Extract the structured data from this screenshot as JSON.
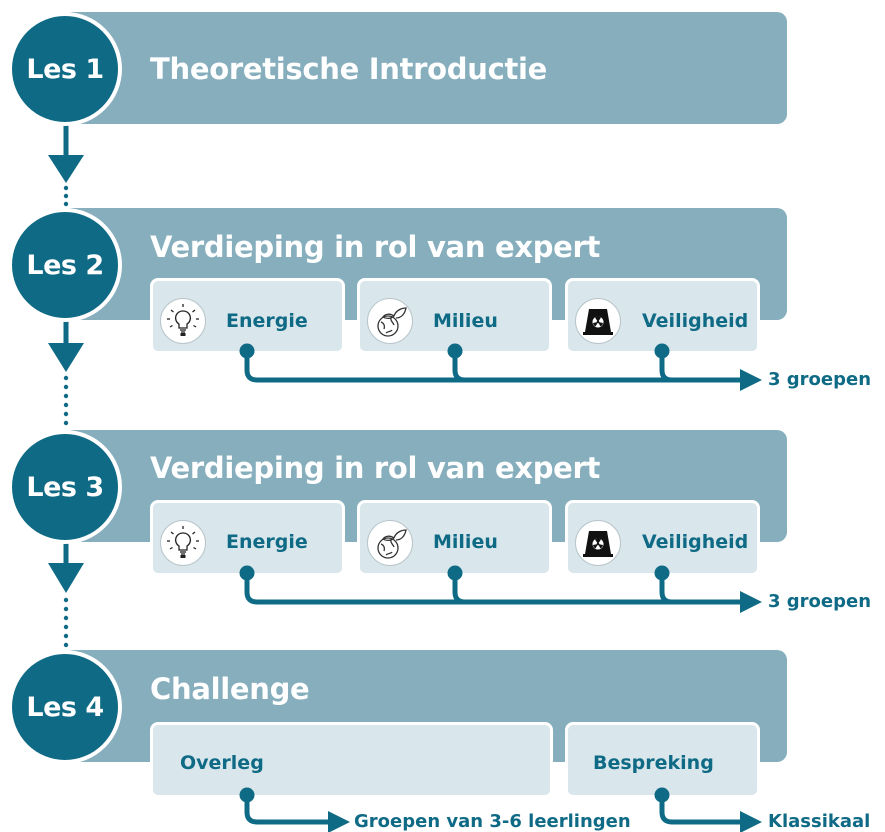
{
  "colors": {
    "dark_teal": "#0f6a85",
    "banner": "#86aebd",
    "subbox": "#d9e6eb"
  },
  "lessons": [
    {
      "label": "Les 1",
      "title": "Theoretische Introductie"
    },
    {
      "label": "Les 2",
      "title": "Verdieping in rol van expert",
      "roles": [
        {
          "label": "Energie",
          "icon": "lightbulb-icon"
        },
        {
          "label": "Milieu",
          "icon": "globe-leaf-icon"
        },
        {
          "label": "Veiligheid",
          "icon": "nuclear-plant-icon"
        }
      ],
      "result": "3 groepen"
    },
    {
      "label": "Les 3",
      "title": "Verdieping in rol van expert",
      "roles": [
        {
          "label": "Energie",
          "icon": "lightbulb-icon"
        },
        {
          "label": "Milieu",
          "icon": "globe-leaf-icon"
        },
        {
          "label": "Veiligheid",
          "icon": "nuclear-plant-icon"
        }
      ],
      "result": "3 groepen"
    },
    {
      "label": "Les 4",
      "title": "Challenge",
      "phases": [
        {
          "label": "Overleg",
          "result": "Groepen van 3-6 leerlingen"
        },
        {
          "label": "Bespreking",
          "result": "Klassikaal"
        }
      ]
    }
  ]
}
